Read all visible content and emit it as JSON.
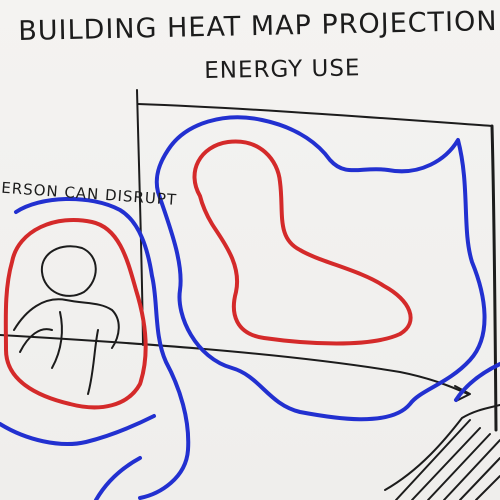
{
  "sketch": {
    "title_line_1": "Building Heat Map Projection",
    "title_line_2": "Energy use",
    "annotation": "Person can disrupt"
  },
  "colors": {
    "paper": "#f2f1ef",
    "ink_black": "#1c1c1c",
    "ink_red": "#d42a2a",
    "ink_blue": "#2230d0"
  }
}
